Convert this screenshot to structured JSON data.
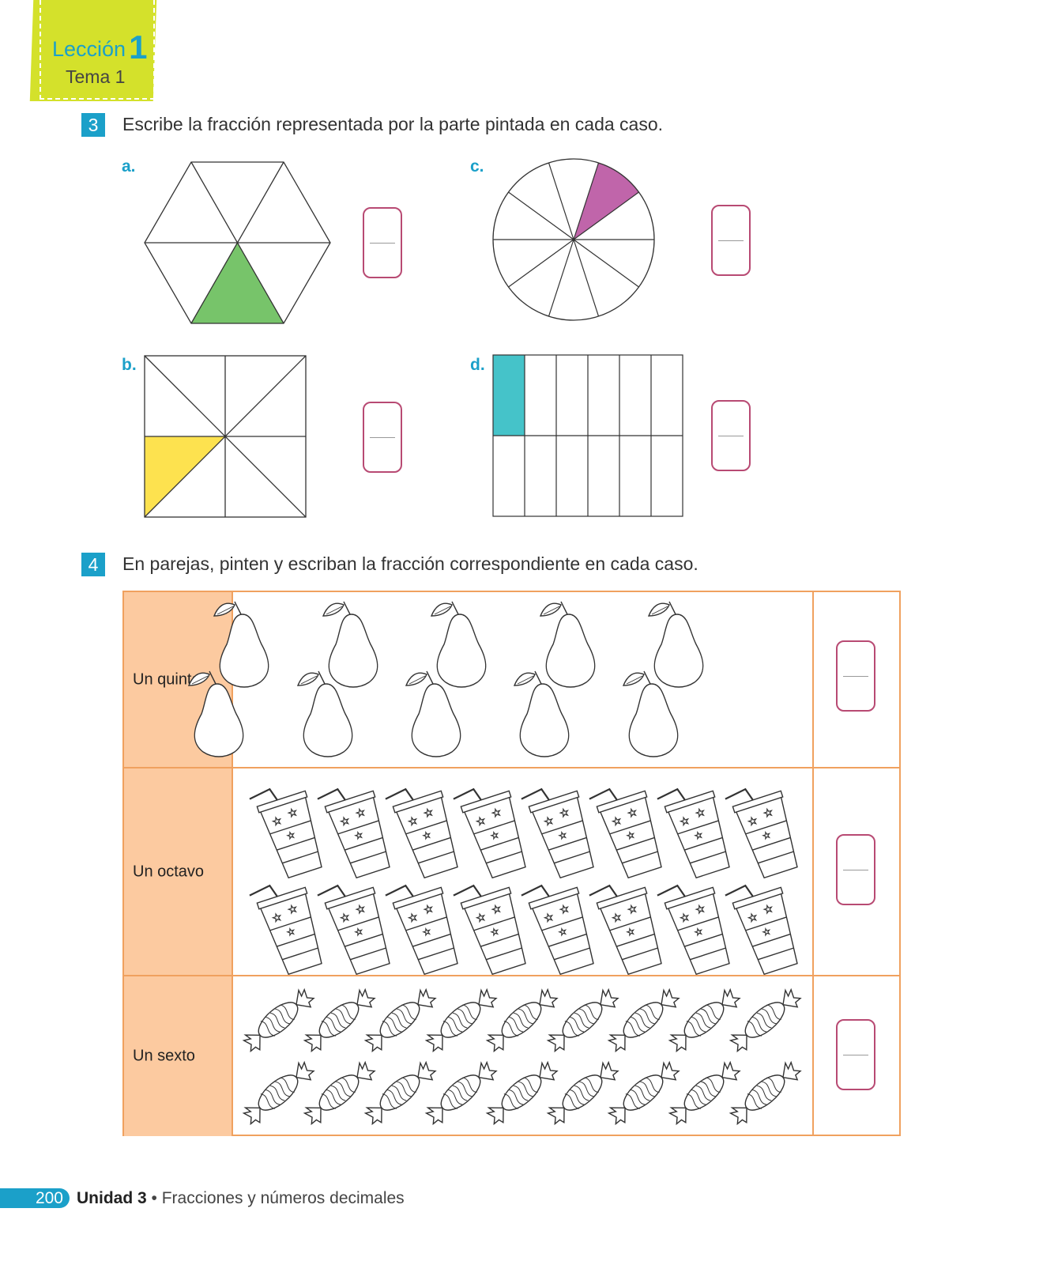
{
  "lesson_tag": {
    "lesson_label": "Lección",
    "lesson_number": "1",
    "topic": "Tema 1"
  },
  "exercise3": {
    "number": "3",
    "instruction": "Escribe la fracción representada por la parte pintada en cada caso.",
    "items": [
      {
        "letter": "a.",
        "shape": "hexagon",
        "parts": 6,
        "shaded": 1,
        "color": "#77c46a"
      },
      {
        "letter": "b.",
        "shape": "square",
        "parts": 8,
        "shaded": 1,
        "color": "#fde24f"
      },
      {
        "letter": "c.",
        "shape": "circle",
        "parts": 10,
        "shaded": 1,
        "color": "#c065aa"
      },
      {
        "letter": "d.",
        "shape": "rectangle-grid",
        "parts": 12,
        "shaded": 1,
        "color": "#45c3c9"
      }
    ]
  },
  "exercise4": {
    "number": "4",
    "instruction": "En parejas, pinten y escriban la fracción correspondiente en cada caso.",
    "rows": [
      {
        "label": "Un quinto",
        "object": "pear",
        "count": 10
      },
      {
        "label": "Un octavo",
        "object": "cup-with-straw",
        "count": 16
      },
      {
        "label": "Un sexto",
        "object": "candy",
        "count": 18
      }
    ]
  },
  "footer": {
    "page_number": "200",
    "unit": "Unidad 3",
    "separator": "•",
    "title": "Fracciones y números decimales"
  },
  "colors": {
    "accent": "#1ba0c9",
    "tag": "#d4e12b",
    "table_border": "#f0a15f",
    "label_fill": "#fccaa0",
    "answer_box": "#b84a73"
  }
}
